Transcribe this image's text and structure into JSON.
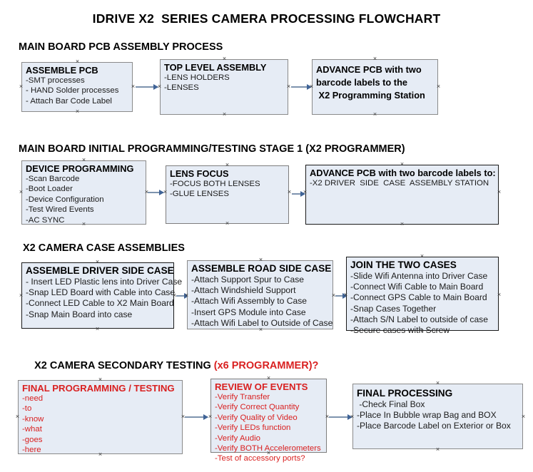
{
  "document": {
    "title": "IDRIVE X2  SERIES CAMERA PROCESSING FLOWCHART"
  },
  "colors": {
    "box_fill": "#e6ecf5",
    "box_border": "#1a1a1a",
    "accent_red": "#d92121",
    "arrow": "#7d93ae",
    "text": "#000000"
  },
  "sections": [
    {
      "heading": "MAIN BOARD PCB ASSEMBLY PROCESS",
      "heading_red": "",
      "heading_tail": "",
      "nodes": [
        {
          "title": "ASSEMBLE PCB",
          "items": [
            "-SMT processes",
            "- HAND Solder processes",
            "- Attach Bar Code Label"
          ]
        },
        {
          "title": "TOP LEVEL ASSEMBLY",
          "items": [
            "-LENS HOLDERS",
            "-LENSES"
          ]
        },
        {
          "headlines": [
            "ADVANCE PCB with two",
            "barcode labels to the",
            " X2 Programming Station"
          ],
          "items": []
        }
      ]
    },
    {
      "heading": "MAIN BOARD INITIAL PROGRAMMING/TESTING STAGE 1 (X2 PROGRAMMER)",
      "heading_red": "",
      "heading_tail": "",
      "nodes": [
        {
          "title": "DEVICE PROGRAMMING",
          "items": [
            "-Scan Barcode",
            "-Boot Loader",
            "-Device Configuration",
            "-Test Wired Events",
            "-AC SYNC"
          ]
        },
        {
          "title": "LENS FOCUS",
          "items": [
            "-FOCUS BOTH LENSES",
            "-GLUE LENSES"
          ]
        },
        {
          "title": "ADVANCE PCB with two barcode labels to:",
          "items": [
            "-X2 DRIVER  SIDE  CASE  ASSEMBLY STATION"
          ]
        }
      ]
    },
    {
      "heading": "X2 CAMERA CASE ASSEMBLIES",
      "heading_red": "",
      "heading_tail": "",
      "nodes": [
        {
          "title": "ASSEMBLE DRIVER SIDE CASE",
          "items": [
            "- Insert LED Plastic lens into Driver Case",
            "-Snap LED Board with Cable into Case",
            "-Connect LED Cable to X2 Main Board",
            "-Snap Main Board into case"
          ]
        },
        {
          "title": "ASSEMBLE ROAD SIDE CASE",
          "items": [
            "-Attach Support Spur to Case",
            "-Attach Windshield Support",
            "-Attach Wifi Assembly to Case",
            "-Insert GPS Module into Case",
            "-Attach Wifi Label to Outside of Case"
          ]
        },
        {
          "title": "JOIN THE TWO CASES",
          "items": [
            "-Slide Wifi Antenna into Driver Case",
            "-Connect Wifi Cable to Main Board",
            "-Connect GPS Cable to Main Board",
            "-Snap Cases Together",
            "-Attach S/N Label to outside of case",
            "-Secure cases with Screw"
          ]
        }
      ]
    },
    {
      "heading": "X2 CAMERA SECONDARY TESTING ",
      "heading_red": "(x6 PROGRAMMER)?",
      "heading_tail": "",
      "nodes": [
        {
          "title": "FINAL PROGRAMMING / TESTING",
          "items": [
            "-need",
            "-to",
            "-know",
            "-what",
            "-goes",
            "-here"
          ]
        },
        {
          "title": "REVIEW OF EVENTS",
          "items": [
            "-Verify Transfer",
            "-Verify Correct Quantity",
            "-Verify Quality of Video",
            "-Verify LEDs function",
            "-Verify Audio",
            "-Verify BOTH Accelerometers",
            "-Test of accessory ports?"
          ]
        },
        {
          "title": "FINAL PROCESSING",
          "items": [
            " -Check Final Box",
            "-Place In Bubble wrap Bag and BOX",
            "-Place Barcode Label on Exterior or Box"
          ]
        }
      ]
    }
  ]
}
